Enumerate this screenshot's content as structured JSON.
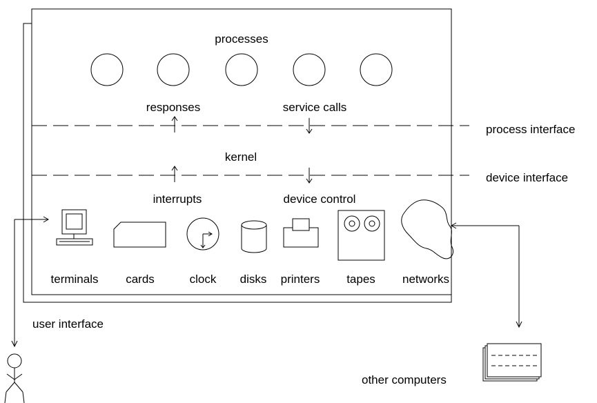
{
  "diagram": {
    "title_processes": "processes",
    "labels": {
      "responses": "responses",
      "service_calls": "service calls",
      "process_interface": "process interface",
      "kernel": "kernel",
      "device_interface": "device interface",
      "interrupts": "interrupts",
      "device_control": "device control",
      "user_interface": "user interface",
      "other_computers": "other computers"
    },
    "devices": [
      "terminals",
      "cards",
      "clock",
      "disks",
      "printers",
      "tapes",
      "networks"
    ],
    "icons": [
      "process-circle-icon",
      "terminal-icon",
      "card-icon",
      "clock-icon",
      "disk-icon",
      "printer-icon",
      "tape-icon",
      "network-icon",
      "user-figure-icon",
      "computers-stack-icon"
    ]
  }
}
